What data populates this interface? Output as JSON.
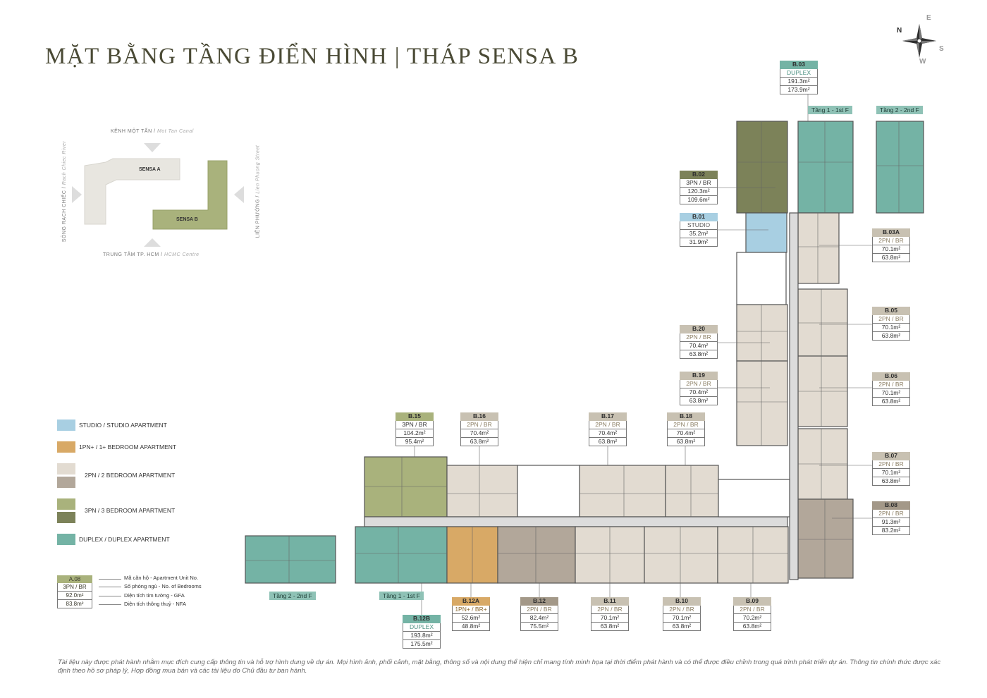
{
  "title": "MẶT BẰNG TẦNG ĐIỂN HÌNH | THÁP SENSA B",
  "compass": {
    "n": "N",
    "e": "E",
    "s": "S",
    "w": "W"
  },
  "key_plan": {
    "top": "KÊNH MỘT TẤN / Mot Tan Canal",
    "top_main": "KÊNH MỘT TẤN",
    "top_en": "Mot Tan Canal",
    "bottom_main": "TRUNG TÂM TP. HCM",
    "bottom_en": "HCMC Centre",
    "left_main": "SÔNG RẠCH CHIẾC",
    "left_en": "Rach Chiec River",
    "right_main": "LIÊN PHƯỜNG",
    "right_en": "Lien Phuong Street",
    "block_a": "SENSA A",
    "block_b": "SENSA B"
  },
  "legend": [
    {
      "label": "STUDIO / STUDIO APARTMENT",
      "colors": [
        "#a8cfe2"
      ]
    },
    {
      "label": "1PN+ / 1+ BEDROOM APARTMENT",
      "colors": [
        "#d8a966"
      ]
    },
    {
      "label": "2PN / 2 BEDROOM APARTMENT",
      "colors": [
        "#e2dbd1",
        "#b2a79a"
      ]
    },
    {
      "label": "3PN / 3 BEDROOM APARTMENT",
      "colors": [
        "#a9b27c",
        "#7c8259"
      ]
    },
    {
      "label": "DUPLEX / DUPLEX APARTMENT",
      "colors": [
        "#74b3a5"
      ]
    }
  ],
  "key_tag": {
    "code": "A.08",
    "type": "3PN / BR",
    "gfa": "92.0m²",
    "nfa": "83.8m²",
    "code_desc": "Mã căn hộ - Apartment Unit No.",
    "type_desc": "Số phòng ngủ - No. of Bedrooms",
    "gfa_desc": "Diện tích tim tường - GFA",
    "nfa_desc": "Diện tích thông thuỷ - NFA"
  },
  "floor_labels": {
    "b03_f1": "Tầng 1 - 1st F",
    "b03_f2": "Tầng 2 - 2nd F",
    "b12b_f2": "Tầng 2 - 2nd F",
    "b12b_f1": "Tầng 1 - 1st F"
  },
  "units": {
    "b03": {
      "code": "B.03",
      "type": "DUPLEX",
      "gfa": "191.3m²",
      "nfa": "173.9m²"
    },
    "b02": {
      "code": "B.02",
      "type": "3PN / BR",
      "gfa": "120.3m²",
      "nfa": "109.6m²"
    },
    "b01": {
      "code": "B.01",
      "type": "STUDIO",
      "gfa": "35.2m²",
      "nfa": "31.9m²"
    },
    "b03a": {
      "code": "B.03A",
      "type": "2PN / BR",
      "gfa": "70.1m²",
      "nfa": "63.8m²"
    },
    "b05": {
      "code": "B.05",
      "type": "2PN / BR",
      "gfa": "70.1m²",
      "nfa": "63.8m²"
    },
    "b06": {
      "code": "B.06",
      "type": "2PN / BR",
      "gfa": "70.1m²",
      "nfa": "63.8m²"
    },
    "b07": {
      "code": "B.07",
      "type": "2PN / BR",
      "gfa": "70.1m²",
      "nfa": "63.8m²"
    },
    "b08": {
      "code": "B.08",
      "type": "2PN / BR",
      "gfa": "91.3m²",
      "nfa": "83.2m²"
    },
    "b20": {
      "code": "B.20",
      "type": "2PN / BR",
      "gfa": "70.4m²",
      "nfa": "63.8m²"
    },
    "b19": {
      "code": "B.19",
      "type": "2PN / BR",
      "gfa": "70.4m²",
      "nfa": "63.8m²"
    },
    "b15": {
      "code": "B.15",
      "type": "3PN / BR",
      "gfa": "104.2m²",
      "nfa": "95.4m²"
    },
    "b16": {
      "code": "B.16",
      "type": "2PN / BR",
      "gfa": "70.4m²",
      "nfa": "63.8m²"
    },
    "b17": {
      "code": "B.17",
      "type": "2PN / BR",
      "gfa": "70.4m²",
      "nfa": "63.8m²"
    },
    "b18": {
      "code": "B.18",
      "type": "2PN / BR",
      "gfa": "70.4m²",
      "nfa": "63.8m²"
    },
    "b12b": {
      "code": "B.12B",
      "type": "DUPLEX",
      "gfa": "193.8m²",
      "nfa": "175.5m²"
    },
    "b12a": {
      "code": "B.12A",
      "type": "1PN+ / BR+",
      "gfa": "52.6m²",
      "nfa": "48.8m²"
    },
    "b12": {
      "code": "B.12",
      "type": "2PN / BR",
      "gfa": "82.4m²",
      "nfa": "75.5m²"
    },
    "b11": {
      "code": "B.11",
      "type": "2PN / BR",
      "gfa": "70.1m²",
      "nfa": "63.8m²"
    },
    "b10": {
      "code": "B.10",
      "type": "2PN / BR",
      "gfa": "70.1m²",
      "nfa": "63.8m²"
    },
    "b09": {
      "code": "B.09",
      "type": "2PN / BR",
      "gfa": "70.2m²",
      "nfa": "63.8m²"
    }
  },
  "disclaimer": "Tài liệu này được phát hành nhằm mục đích cung cấp thông tin và hỗ trợ hình dung về dự án. Mọi hình ảnh, phối cảnh, mặt bằng, thông số và nội dung thể hiện chỉ mang tính minh họa tại thời điểm phát hành và có thể được điều chỉnh trong quá trình phát triển dự án. Thông tin chính thức được xác định theo hồ sơ pháp lý, Hợp đồng mua bán và các tài liệu do Chủ đầu tư ban hành."
}
